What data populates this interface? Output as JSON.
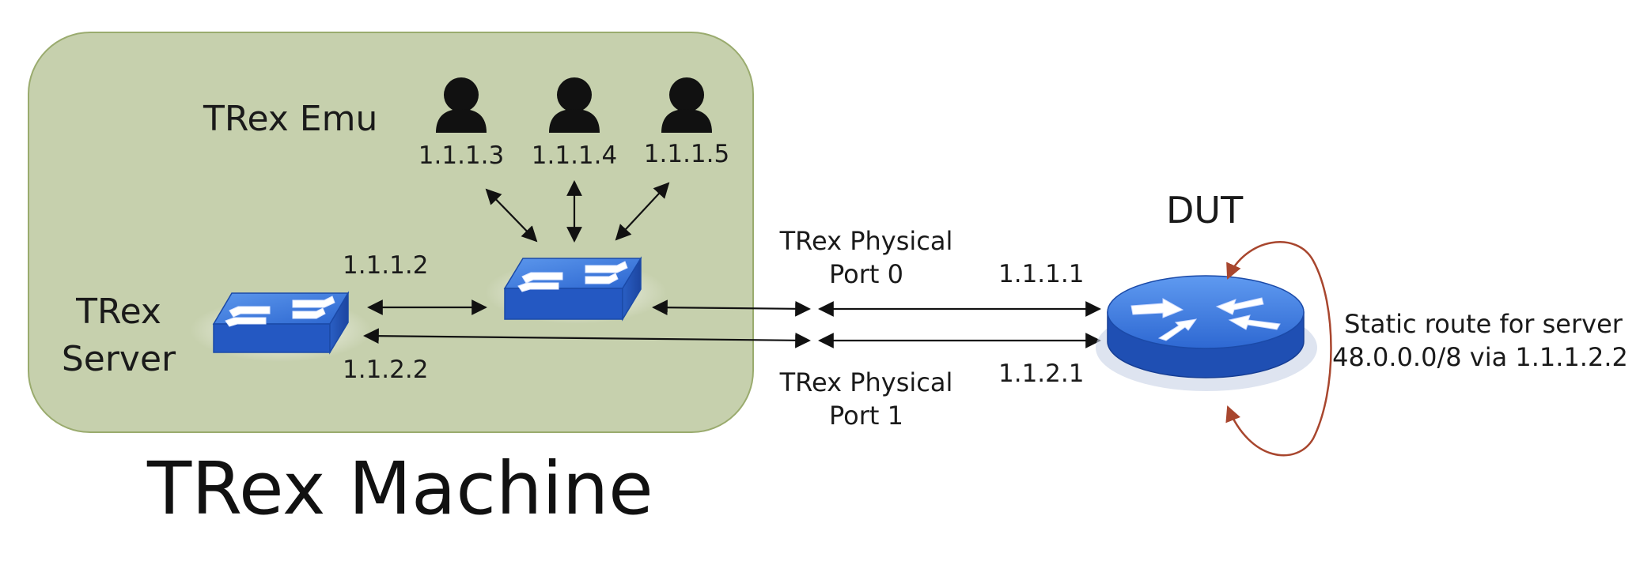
{
  "machine": {
    "title": "TRex Machine",
    "box_fill": "#c6d0ad",
    "box_stroke": "#9aab6e"
  },
  "emu": {
    "label": "TRex Emu",
    "clients": [
      {
        "ip": "1.1.1.3",
        "icon": "person-icon"
      },
      {
        "ip": "1.1.1.4",
        "icon": "person-icon"
      },
      {
        "ip": "1.1.1.5",
        "icon": "person-icon"
      }
    ]
  },
  "server": {
    "label_line1": "TRex",
    "label_line2": "Server",
    "ip_top": "1.1.1.2",
    "ip_bottom": "1.1.2.2",
    "icon": "switch-icon"
  },
  "ports": {
    "port0_line1": "TRex Physical",
    "port0_line2": "Port 0",
    "port1_line1": "TRex Physical",
    "port1_line2": "Port 1"
  },
  "dut": {
    "label": "DUT",
    "ip_port0": "1.1.1.1",
    "ip_port1": "1.1.2.1",
    "route_line1": "Static route for server",
    "route_line2": "48.0.0.0/8 via 1.1.1.2.2",
    "icon": "router-icon",
    "loop_color": "#a8462e"
  },
  "colors": {
    "device_blue": "#2f6fd6",
    "device_dark": "#1b4aa8",
    "arrow": "#111111"
  }
}
